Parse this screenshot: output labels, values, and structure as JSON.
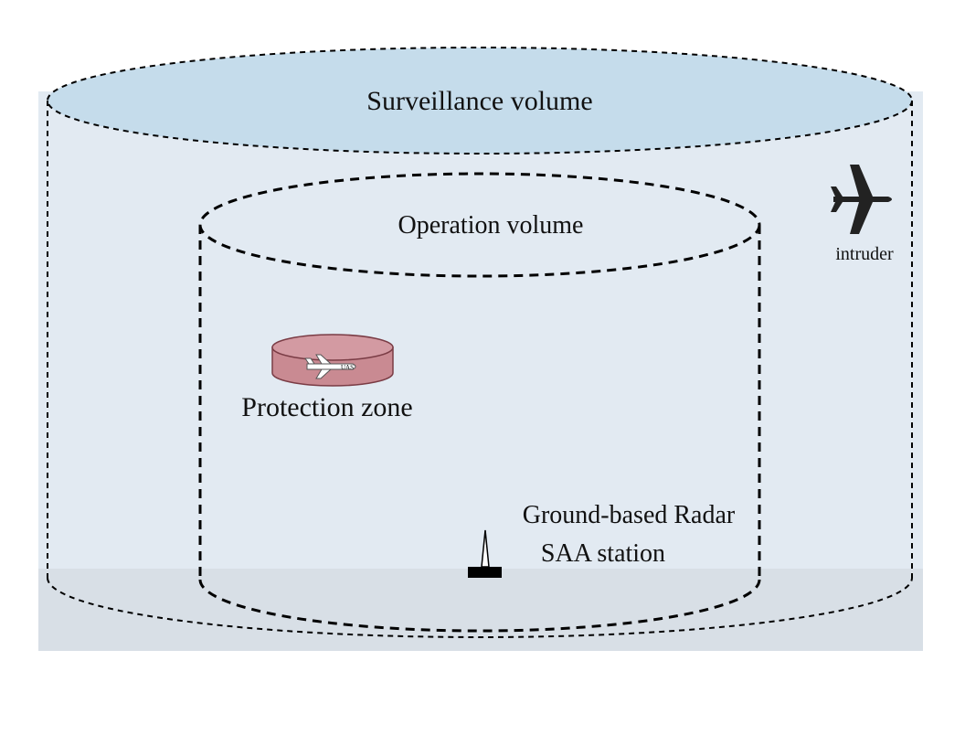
{
  "labels": {
    "surveillance": "Surveillance volume",
    "operation": "Operation volume",
    "protection": "Protection zone",
    "radar_line1": "Ground-based Radar",
    "radar_line2": "SAA station",
    "intruder": "intruder",
    "uas_tag": "UAS"
  },
  "colors": {
    "outer_fill": "#e2eaf2",
    "outer_top_fill": "#c5dceb",
    "ground_fill": "#d8dfe6",
    "dashed_stroke": "#000000",
    "protection_fill": "#c98a92",
    "protection_stroke": "#7a3c45",
    "intruder_icon": "#222222"
  },
  "icons": {
    "intruder": "airplane-icon",
    "uas": "uas-aircraft-icon",
    "radar": "radar-station-icon"
  }
}
